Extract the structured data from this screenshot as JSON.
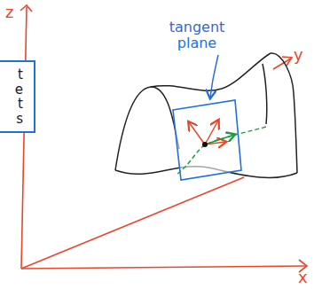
{
  "diagram": {
    "nodes": [
      {
        "text": [
          "t e t s"
        ]
      }
    ],
    "labels": [
      "z",
      "y",
      "x",
      "tangent plane"
    ]
  }
}
